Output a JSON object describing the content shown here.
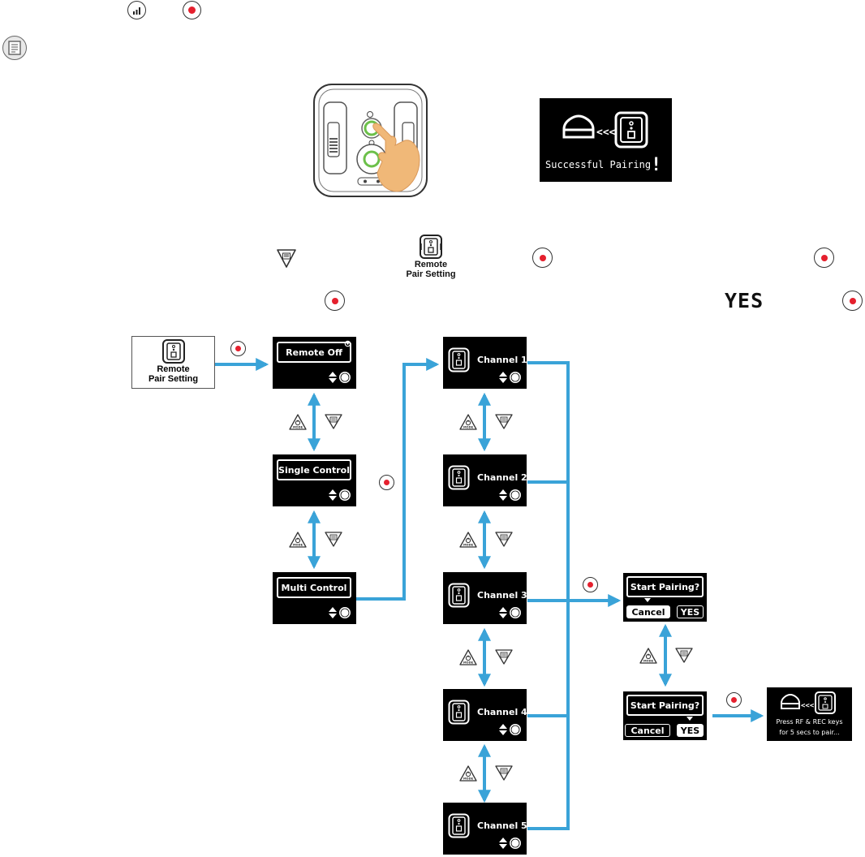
{
  "remote_icon_label": [
    "Remote",
    "Pair Setting"
  ],
  "successful_pairing": "Successful Pairing",
  "exclaim": "!",
  "yes_word": "YES",
  "menu_screens": [
    "Remote Off",
    "Single Control",
    "Multi Control"
  ],
  "channels": [
    "Channel 1",
    "Channel 2",
    "Channel 3",
    "Channel 4",
    "Channel 5"
  ],
  "pair_screen": {
    "question": "Start Pairing?",
    "cancel": "Cancel",
    "yes": "YES"
  },
  "final_screen": {
    "line1": "Press RF & REC keys",
    "line2": "for 5 secs to pair..."
  },
  "mode_button_label": "MODE",
  "colors": {
    "arrow": "#3aa3d8",
    "rec": "#e5202e",
    "led_green": "#6cc04a",
    "finger": "#f0b878"
  },
  "icons": [
    "signal-icon",
    "rec-icon",
    "note-icon",
    "menu-icon",
    "mode-icon",
    "remote-icon"
  ]
}
